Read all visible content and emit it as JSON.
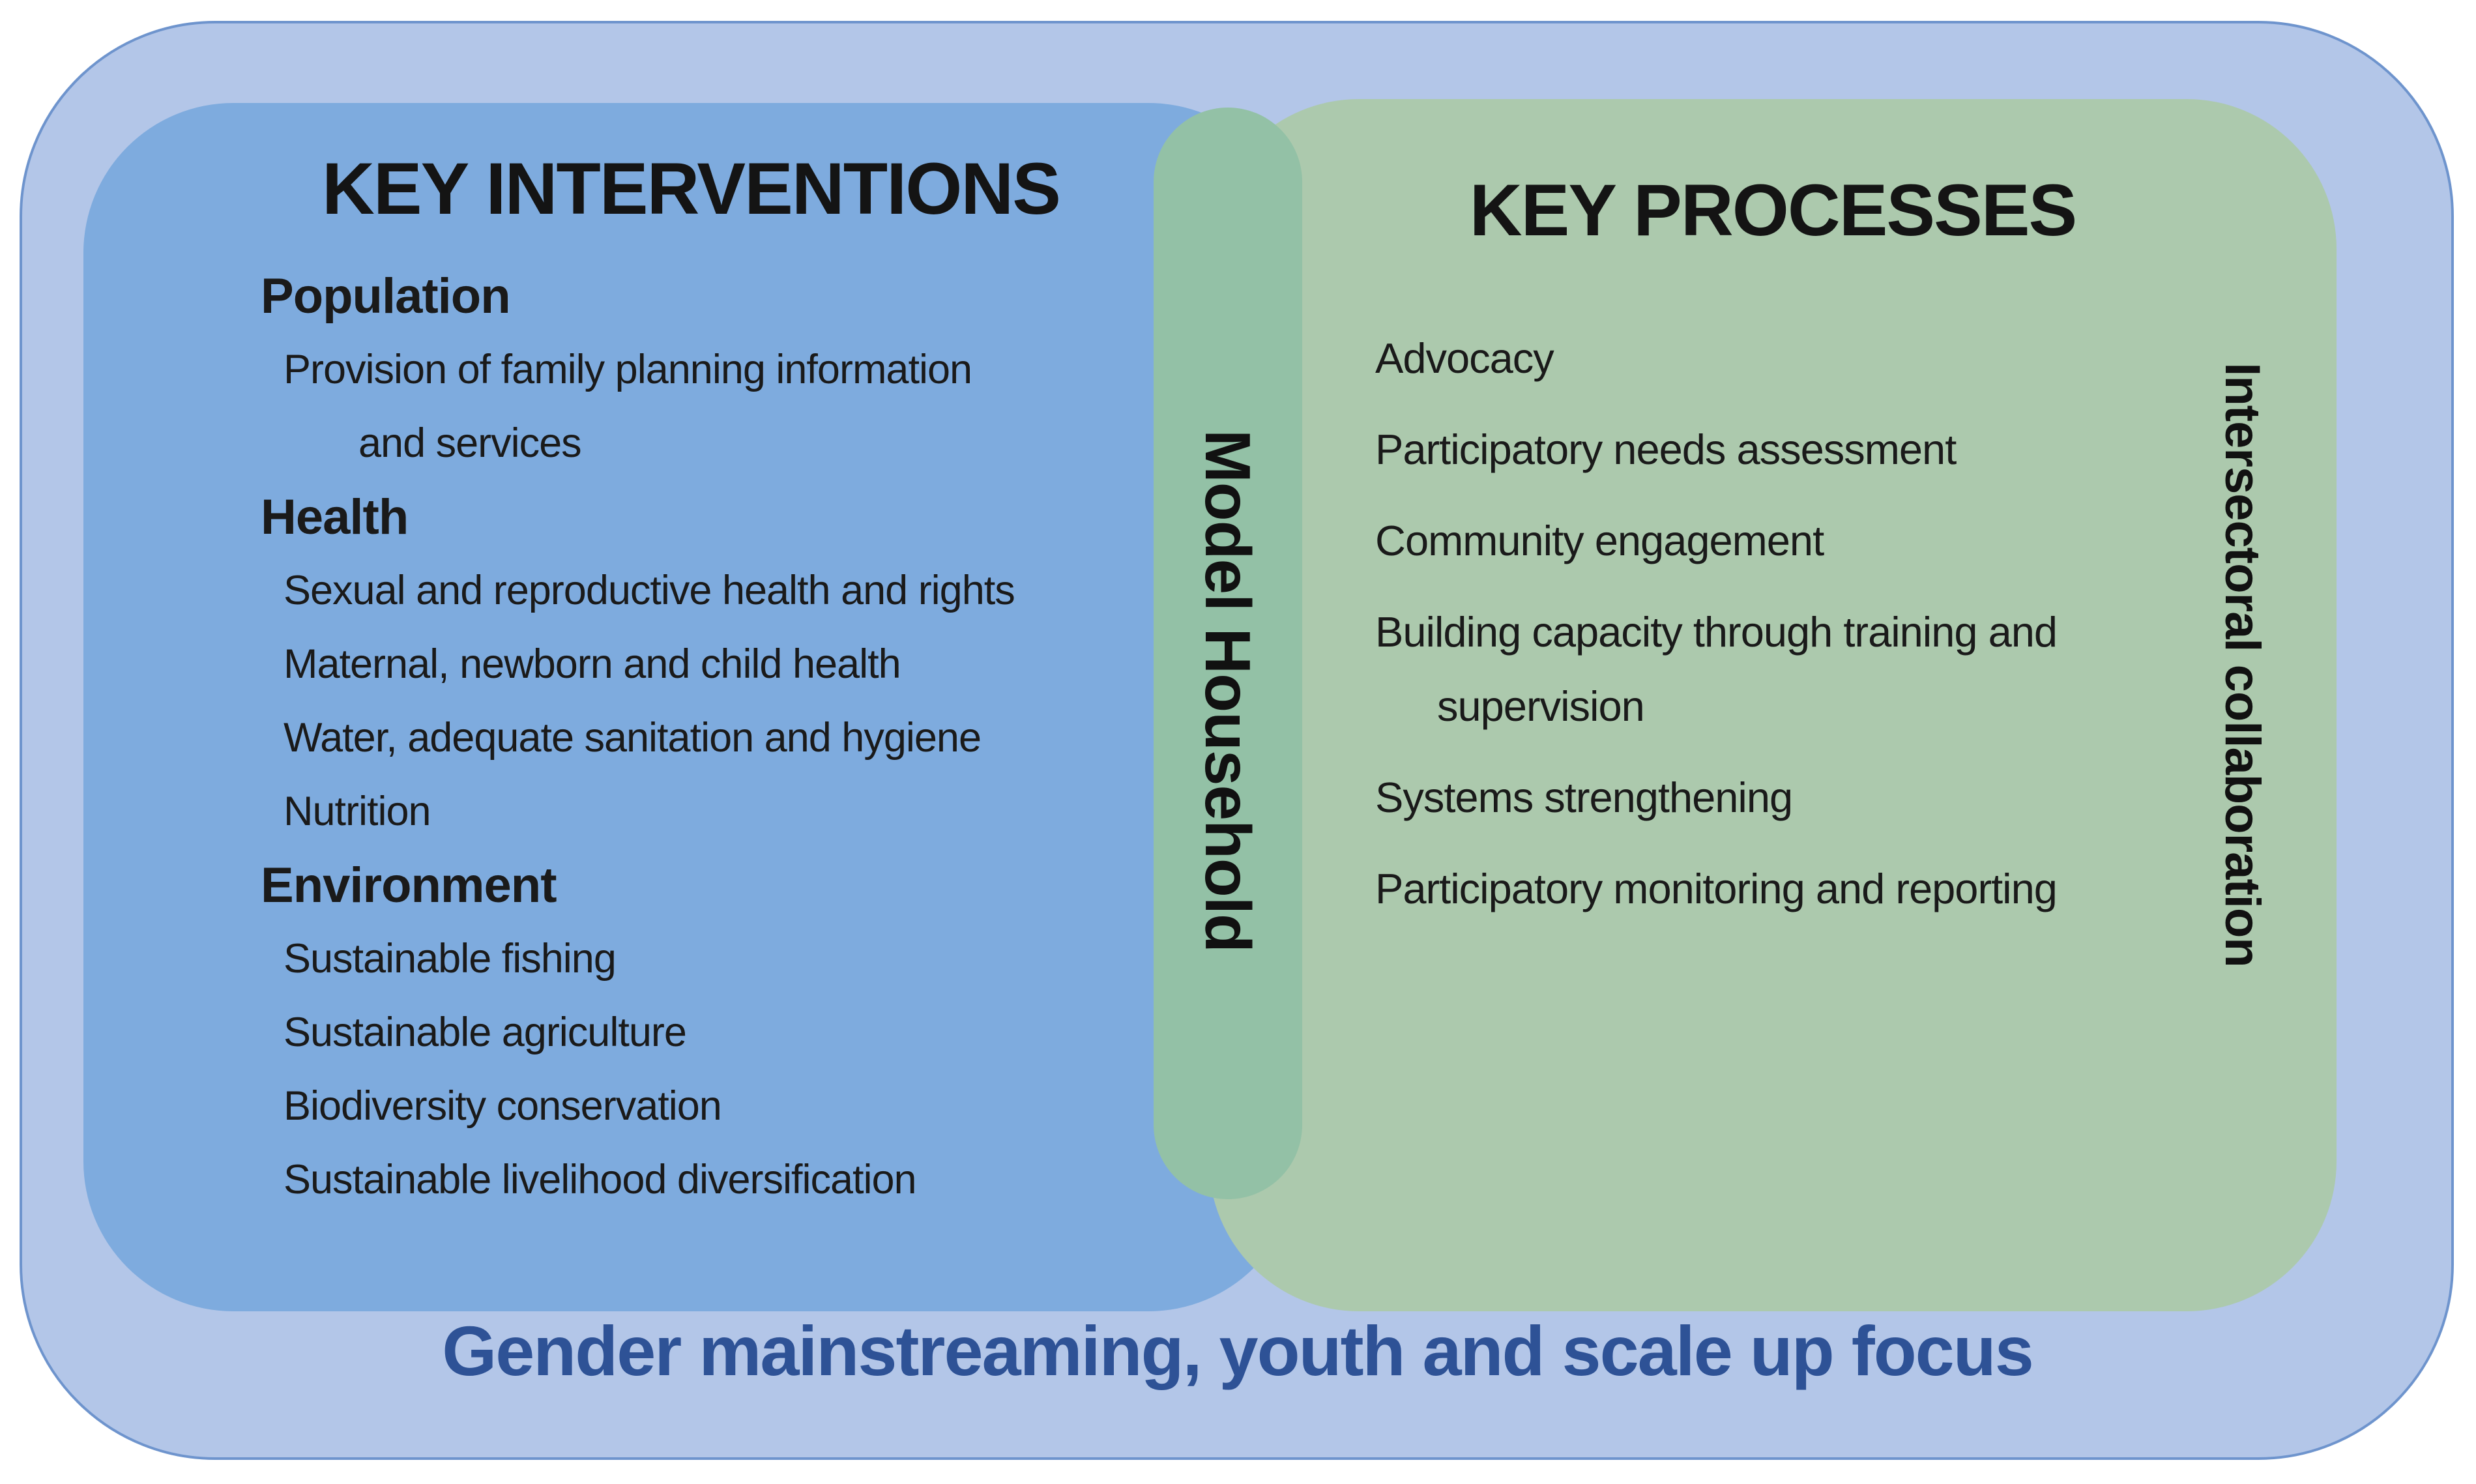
{
  "diagram": {
    "interventions": {
      "title": "KEY INTERVENTIONS",
      "lines": [
        {
          "text": "Population",
          "type": "header"
        },
        {
          "text": "Provision of family planning information",
          "type": "item"
        },
        {
          "text": "and services",
          "type": "wrap"
        },
        {
          "text": "Health",
          "type": "header"
        },
        {
          "text": "Sexual and reproductive health and rights",
          "type": "item"
        },
        {
          "text": "Maternal, newborn and child health",
          "type": "item"
        },
        {
          "text": "Water, adequate sanitation and hygiene",
          "type": "item"
        },
        {
          "text": "Nutrition",
          "type": "item"
        },
        {
          "text": "Environment",
          "type": "header"
        },
        {
          "text": "Sustainable fishing",
          "type": "item"
        },
        {
          "text": "Sustainable agriculture",
          "type": "item"
        },
        {
          "text": "Biodiversity conservation",
          "type": "item"
        },
        {
          "text": "Sustainable livelihood diversification",
          "type": "item"
        }
      ]
    },
    "processes": {
      "title": "KEY PROCESSES",
      "lines": [
        {
          "text": "Advocacy",
          "type": "item"
        },
        {
          "text": "Participatory needs assessment",
          "type": "item"
        },
        {
          "text": "Community engagement",
          "type": "item"
        },
        {
          "text": "Building capacity through training and",
          "type": "item"
        },
        {
          "text": "supervision",
          "type": "wrap"
        },
        {
          "text": "Systems strengthening",
          "type": "item"
        },
        {
          "text": "Participatory monitoring and reporting",
          "type": "item"
        }
      ]
    },
    "model_household_label": "Model Household",
    "intersectoral_label": "Intersectoral collaboration",
    "footer": "Gender mainstreaming, youth and scale up focus",
    "colors": {
      "outer_fill": "#b3c6e8",
      "outer_border": "#6e94cd",
      "interventions_fill": "#7eabde",
      "processes_fill": "#acc9ad",
      "model_household_fill": "#93c1a6",
      "text_dark": "#1a1a1a",
      "footer_text": "#2e5296"
    }
  }
}
